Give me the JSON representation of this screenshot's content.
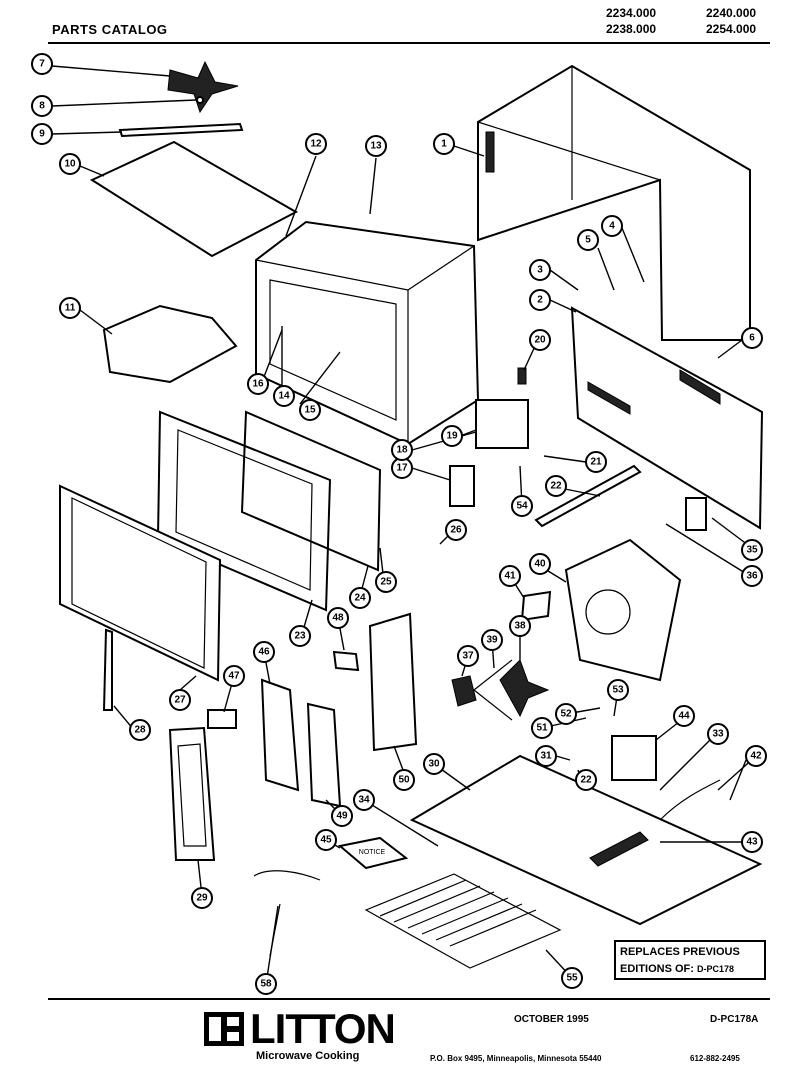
{
  "header": {
    "title": "PARTS CATALOG",
    "models": [
      "2234.000",
      "2240.000",
      "2238.000",
      "2254.000"
    ]
  },
  "callouts": [
    {
      "id": "7",
      "label": "7"
    },
    {
      "id": "8",
      "label": "8"
    },
    {
      "id": "9",
      "label": "9"
    },
    {
      "id": "10",
      "label": "10"
    },
    {
      "id": "11",
      "label": "11"
    },
    {
      "id": "12",
      "label": "12"
    },
    {
      "id": "13",
      "label": "13"
    },
    {
      "id": "1",
      "label": "1"
    },
    {
      "id": "2",
      "label": "2"
    },
    {
      "id": "3",
      "label": "3"
    },
    {
      "id": "4",
      "label": "4"
    },
    {
      "id": "5",
      "label": "5"
    },
    {
      "id": "6",
      "label": "6"
    },
    {
      "id": "14",
      "label": "14"
    },
    {
      "id": "15",
      "label": "15"
    },
    {
      "id": "16",
      "label": "16"
    },
    {
      "id": "17",
      "label": "17"
    },
    {
      "id": "18",
      "label": "18"
    },
    {
      "id": "19",
      "label": "19"
    },
    {
      "id": "20",
      "label": "20"
    },
    {
      "id": "21",
      "label": "21"
    },
    {
      "id": "22a",
      "label": "22"
    },
    {
      "id": "22b",
      "label": "22"
    },
    {
      "id": "23",
      "label": "23"
    },
    {
      "id": "24",
      "label": "24"
    },
    {
      "id": "25",
      "label": "25"
    },
    {
      "id": "26",
      "label": "26"
    },
    {
      "id": "27",
      "label": "27"
    },
    {
      "id": "28",
      "label": "28"
    },
    {
      "id": "29",
      "label": "29"
    },
    {
      "id": "30",
      "label": "30"
    },
    {
      "id": "31",
      "label": "31"
    },
    {
      "id": "33",
      "label": "33"
    },
    {
      "id": "34",
      "label": "34"
    },
    {
      "id": "35",
      "label": "35"
    },
    {
      "id": "36",
      "label": "36"
    },
    {
      "id": "37",
      "label": "37"
    },
    {
      "id": "38",
      "label": "38"
    },
    {
      "id": "39",
      "label": "39"
    },
    {
      "id": "40",
      "label": "40"
    },
    {
      "id": "41",
      "label": "41"
    },
    {
      "id": "42",
      "label": "42"
    },
    {
      "id": "43",
      "label": "43"
    },
    {
      "id": "44",
      "label": "44"
    },
    {
      "id": "45",
      "label": "45"
    },
    {
      "id": "46",
      "label": "46"
    },
    {
      "id": "47",
      "label": "47"
    },
    {
      "id": "48",
      "label": "48"
    },
    {
      "id": "49",
      "label": "49"
    },
    {
      "id": "50",
      "label": "50"
    },
    {
      "id": "51",
      "label": "51"
    },
    {
      "id": "52",
      "label": "52"
    },
    {
      "id": "53",
      "label": "53"
    },
    {
      "id": "54",
      "label": "54"
    },
    {
      "id": "55",
      "label": "55"
    },
    {
      "id": "58",
      "label": "58"
    }
  ],
  "part_45_label": "NOTICE",
  "replaces": {
    "line1": "REPLACES PREVIOUS",
    "line2_prefix": "EDITIONS OF:",
    "line2_code": "D-PC178"
  },
  "footer": {
    "date": "OCTOBER 1995",
    "code": "D-PC178A",
    "brand": "LITTON",
    "brand_sub": "Microwave Cooking",
    "address": "P.O. Box 9495, Minneapolis, Minnesota 55440",
    "phone": "612-882-2495"
  }
}
